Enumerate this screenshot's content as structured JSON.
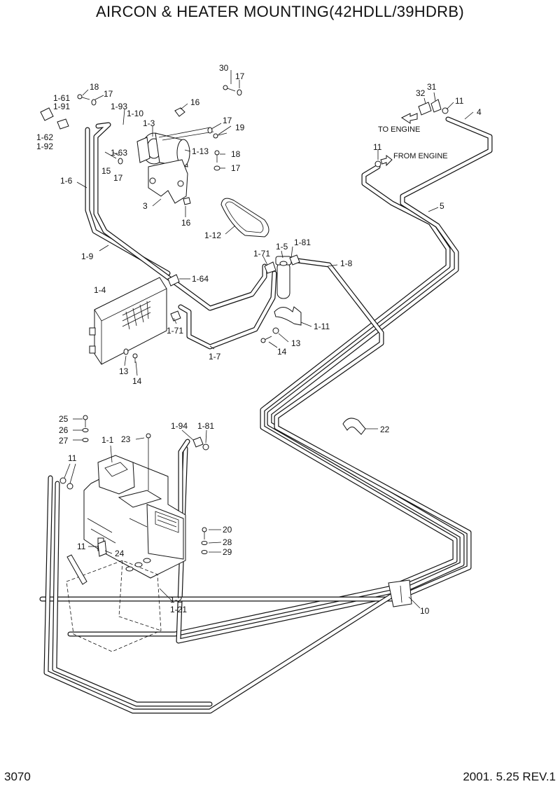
{
  "title": "AIRCON & HEATER MOUNTING(42HDLL/39HDRB)",
  "page_number": "3070",
  "revision": "2001. 5.25  REV.1",
  "captions": {
    "to_engine": "TO ENGINE",
    "from_engine": "FROM ENGINE"
  },
  "labels": {
    "l30": "30",
    "l17a": "17",
    "l18a": "18",
    "l17b": "17",
    "l161": "1-61",
    "l191": "1-91",
    "l193": "1-93",
    "l16a": "16",
    "l110": "1-10",
    "l13": "1-3",
    "l17c": "17",
    "l19": "19",
    "l162": "1-62",
    "l192": "1-92",
    "l163": "1-63",
    "l113": "1-13",
    "l18b": "18",
    "l17d": "17",
    "l15": "15",
    "l17e": "17",
    "l16": "1-6",
    "l3": "3",
    "l16b": "16",
    "l112": "1-12",
    "l32": "32",
    "l31": "31",
    "l11a": "11",
    "l4": "4",
    "l11b": "11",
    "l5": "5",
    "l19p": "1-9",
    "l171a": "1-71",
    "l15p": "1-5",
    "l181a": "1-81",
    "l18p": "1-8",
    "l14p": "1-4",
    "l164": "1-64",
    "l111": "1-11",
    "l171b": "1-71",
    "l13b": "13",
    "l14a": "14",
    "l17p": "1-7",
    "l13c": "13",
    "l14b": "14",
    "l22": "22",
    "l25": "25",
    "l26": "26",
    "l27": "27",
    "l11p": "1-1",
    "l23": "23",
    "l194": "1-94",
    "l181b": "1-81",
    "l11c": "11",
    "l20": "20",
    "l28": "28",
    "l29": "29",
    "l11d": "11",
    "l24": "24",
    "l12p": "1-2",
    "l121": "1-21",
    "l10": "10"
  }
}
